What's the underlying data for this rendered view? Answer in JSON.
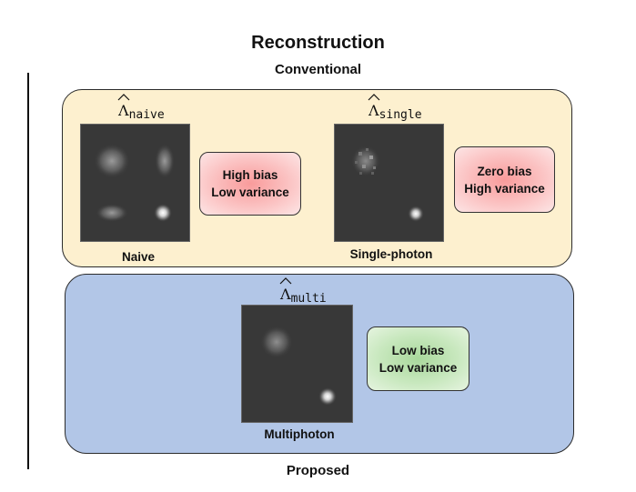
{
  "title": "Reconstruction",
  "conventional": {
    "label": "Conventional",
    "naive": {
      "estimator_symbol": "Λ",
      "estimator_subscript": "naive",
      "caption": "Naive",
      "badge": {
        "line1": "High bias",
        "line2": "Low variance",
        "color": "#f9a3a3"
      }
    },
    "single": {
      "estimator_symbol": "Λ",
      "estimator_subscript": "single",
      "caption": "Single-photon",
      "badge": {
        "line1": "Zero bias",
        "line2": "High variance",
        "color": "#f9a3a3"
      }
    }
  },
  "proposed": {
    "label": "Proposed",
    "multi": {
      "estimator_symbol": "Λ",
      "estimator_subscript": "multi",
      "caption": "Multiphoton",
      "badge": {
        "line1": "Low bias",
        "line2": "Low variance",
        "color": "#b3dea8"
      }
    }
  },
  "colors": {
    "conventional_panel": "#fdf0cf",
    "proposed_panel": "#b2c6e7",
    "image_background": "#383838"
  }
}
